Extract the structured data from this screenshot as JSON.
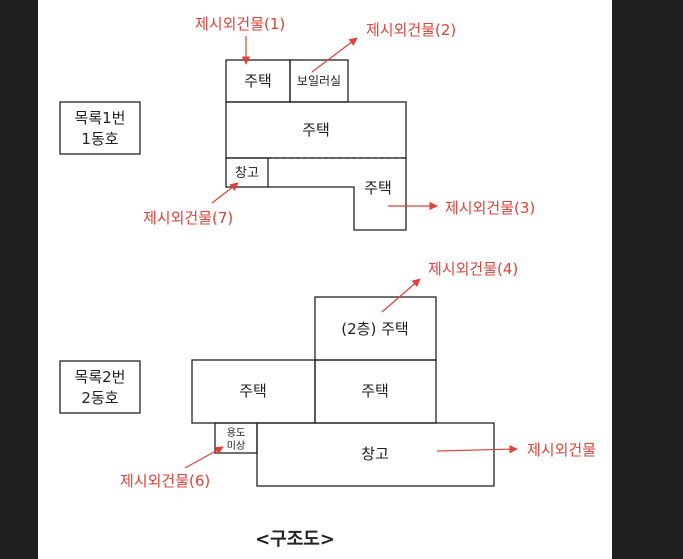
{
  "title": "<구조도>",
  "lots": {
    "lot1_line1": "목록1번",
    "lot1_line2": "1동호",
    "lot2_line1": "목록2번",
    "lot2_line2": "2동호"
  },
  "rooms": {
    "house_a": "주택",
    "boiler": "보일러실",
    "house_b": "주택",
    "storage_a": "창고",
    "house_c": "주택",
    "house_2f": "(2층) 주택",
    "house_d": "주택",
    "house_e": "주택",
    "unknown_line1": "용도",
    "unknown_line2": "미상",
    "storage_b": "창고"
  },
  "labels": {
    "excluded_1": "제시외건물(1)",
    "excluded_2": "제시외건물(2)",
    "excluded_3": "제시외건물(3)",
    "excluded_4": "제시외건물(4)",
    "excluded_5": "제시외건물",
    "excluded_6": "제시외건물(6)",
    "excluded_7": "제시외건물(7)"
  },
  "colors": {
    "annotation": "#e0413a",
    "line": "#222222"
  }
}
